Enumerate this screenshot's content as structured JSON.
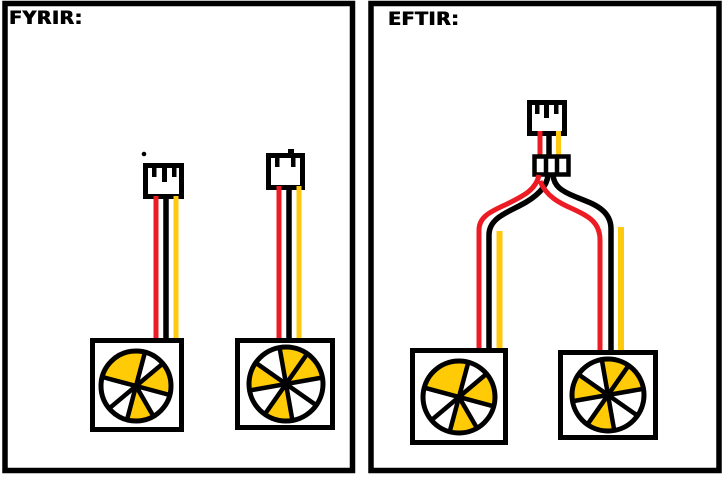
{
  "panels": {
    "before": {
      "title": "FYRIR:",
      "fan_count": 2,
      "connector_count": 2
    },
    "after": {
      "title": "EFTIR:",
      "fan_count": 2,
      "connector_count": 1
    }
  },
  "colors": {
    "ink": "#000000",
    "wire_red": "#ED1C24",
    "wire_black": "#000000",
    "wire_yellow": "#FFC90E",
    "fan_blade_yellow": "#FFCB07",
    "background": "#FFFFFF"
  }
}
